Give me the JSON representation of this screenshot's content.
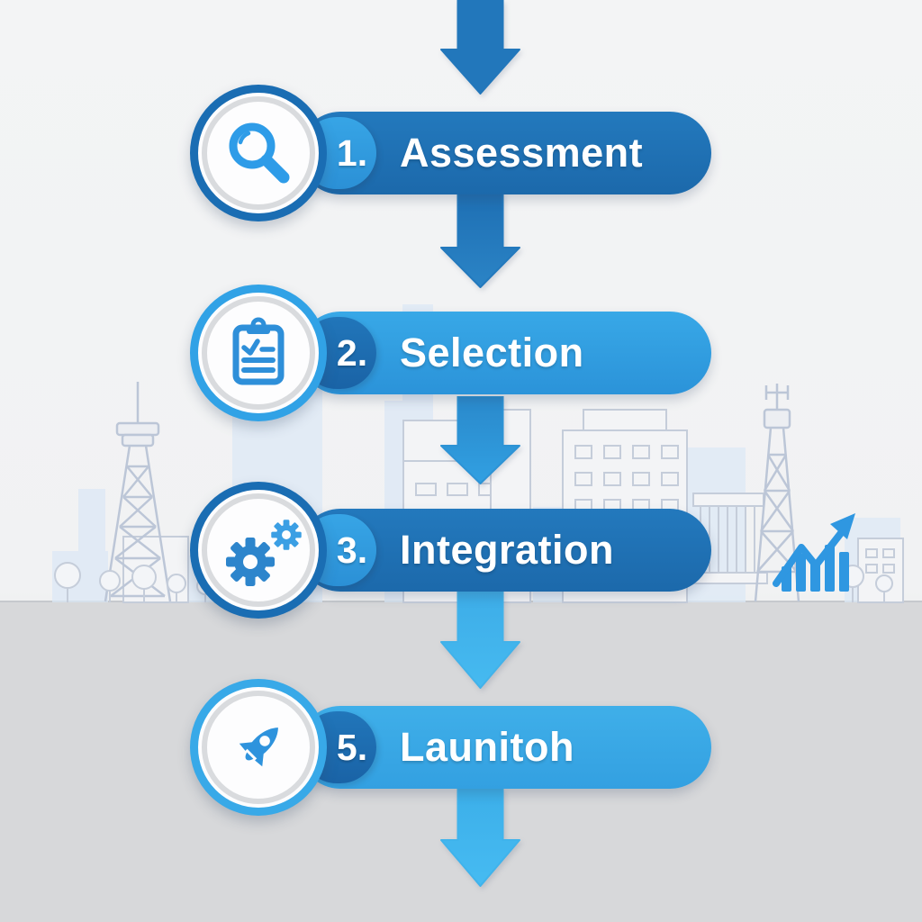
{
  "steps": [
    {
      "number": "1.",
      "label": "Assessment",
      "icon": "magnifier-icon",
      "theme": "dark"
    },
    {
      "number": "2.",
      "label": "Selection",
      "icon": "clipboard-checklist-icon",
      "theme": "light"
    },
    {
      "number": "3.",
      "label": "Integration",
      "icon": "gears-icon",
      "theme": "dark"
    },
    {
      "number": "5.",
      "label": "Launitoh",
      "icon": "rocket-icon",
      "theme": "light"
    }
  ],
  "arrows": [
    {
      "name": "flow-arrow-top",
      "color": "#2277bb"
    },
    {
      "name": "flow-arrow-1-2",
      "color": "#2076ba"
    },
    {
      "name": "flow-arrow-2-3",
      "color": "#2d93d5"
    },
    {
      "name": "flow-arrow-3-4",
      "color": "#41b2ea"
    },
    {
      "name": "flow-arrow-bottom",
      "color": "#3fb3ec"
    }
  ],
  "background": {
    "elements": [
      "city-skyline",
      "transmission-tower-left",
      "transmission-tower-right",
      "trees",
      "growth-chart-icon",
      "ground"
    ]
  },
  "colors": {
    "dark_blue": "#1d70b3",
    "medium_blue": "#2f9ce2",
    "light_blue": "#3fb0ea",
    "icon_blue": "#2e93dd",
    "badge_dark": "#1c6bae",
    "ring_gray": "#d9dbde",
    "background_top": "#f2f3f4",
    "background_bottom": "#d7d8da",
    "skyline_stroke": "#c5cdda",
    "skyline_fill": "#dce8f6",
    "text_white": "#ffffff"
  }
}
